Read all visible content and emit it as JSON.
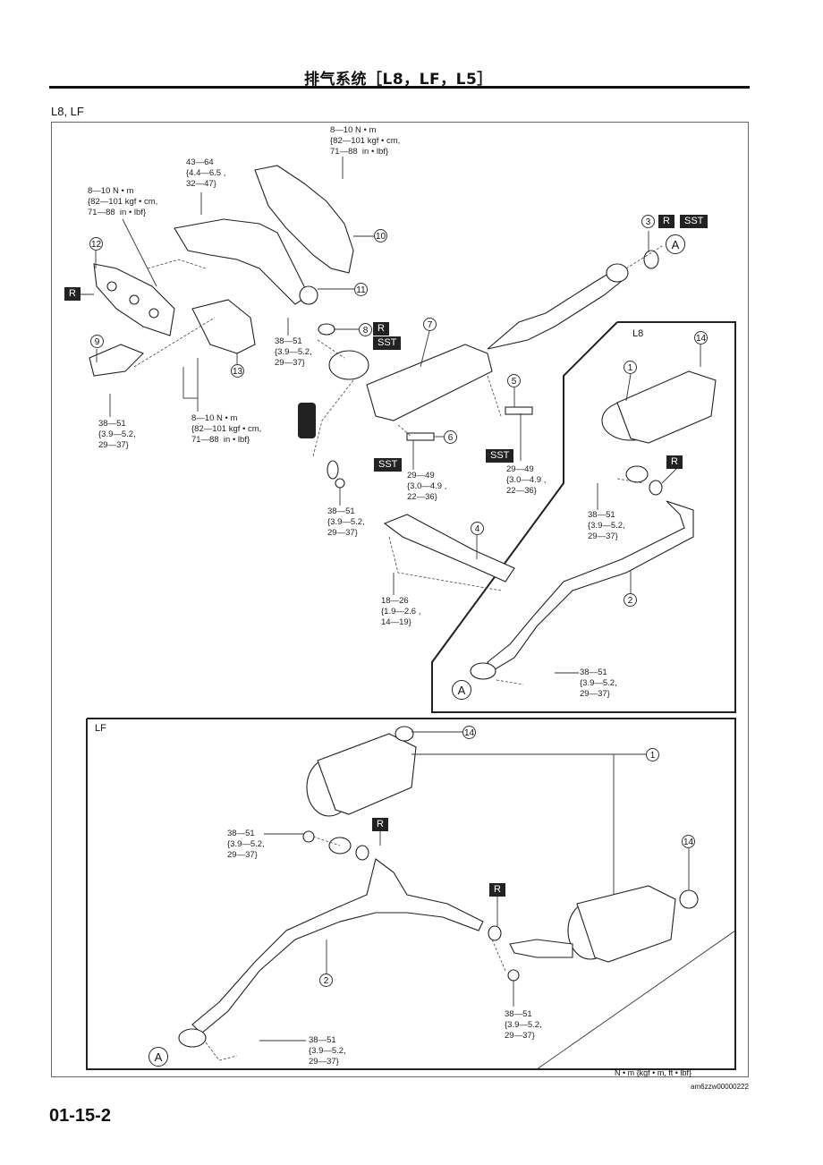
{
  "header": {
    "title": "排气系统［L8，LF，L5］"
  },
  "section_label": "L8, LF",
  "sub_panels": {
    "l8": "L8",
    "lf": "LF"
  },
  "badges": {
    "r": "R",
    "sst": "SST"
  },
  "ref_marker": "A",
  "torque_specs": {
    "heat_insulator_bolt": "8—10 N • m\n{82—101 kgf • cm,\n71—88  in • lbf}",
    "manifold_nut": "43—64\n{4.4—6.5 ,\n32—47}",
    "gasket_left_bolt": "8—10 N • m\n{82—101 kgf • cm,\n71—88  in • lbf}",
    "bracket_bolt": "38—51\n{3.9—5.2,\n29—37}",
    "lower_bolt": "8—10 N • m\n{82—101 kgf • cm,\n71—88  in • lbf}",
    "catalyst_bolt": "38—51\n{3.9—5.2,\n29—37}",
    "front_pipe_nut": "38—51\n{3.9—5.2,\n29—37}",
    "sensor_6": "29—49\n{3.0—4.9 ,\n22—36}",
    "sensor_5": "29—49\n{3.0—4.9 ,\n22—36}",
    "bracket_4_bolt": "18—26\n{1.9—2.6 ,\n14—19}",
    "l8_muffler_nut": "38—51\n{3.9—5.2,\n29—37}",
    "l8_pipe_nut": "38—51\n{3.9—5.2,\n29—37}",
    "lf_muffler_nut": "38—51\n{3.9—5.2,\n29—37}",
    "lf_right_nut": "38—51\n{3.9—5.2,\n29—37}",
    "lf_pipe_nut": "38—51\n{3.9—5.2,\n29—37}"
  },
  "callouts": [
    "1",
    "2",
    "3",
    "4",
    "5",
    "6",
    "7",
    "8",
    "9",
    "10",
    "11",
    "12",
    "13",
    "14"
  ],
  "footer": {
    "units": "N • m {kgf • m,  ft • lbf}",
    "image_id": "am6zzw00000222",
    "page_number": "01-15-2"
  }
}
